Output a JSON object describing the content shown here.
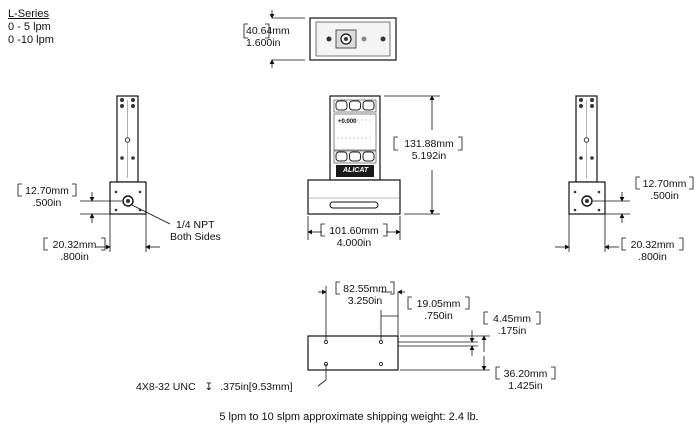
{
  "series": {
    "title": "L-Series",
    "ranges": [
      "0 - 5 lpm",
      "0 -10 lpm"
    ]
  },
  "dimensions": {
    "top_width": {
      "mm": "40.64mm",
      "in": "1.600in"
    },
    "side_left_port_height": {
      "mm": "12.70mm",
      "in": ".500in"
    },
    "side_left_depth": {
      "mm": "20.32mm",
      "in": ".800in"
    },
    "front_height": {
      "mm": "131.88mm",
      "in": "5.192in"
    },
    "front_width": {
      "mm": "101.60mm",
      "in": "4.000in"
    },
    "side_right_port_height": {
      "mm": "12.70mm",
      "in": ".500in"
    },
    "side_right_depth": {
      "mm": "20.32mm",
      "in": ".800in"
    },
    "bottom_hole_span": {
      "mm": "82.55mm",
      "in": "3.250in"
    },
    "bottom_hole_offset": {
      "mm": "19.05mm",
      "in": ".750in"
    },
    "bottom_hole_inset": {
      "mm": "4.45mm",
      "in": ".175in"
    },
    "bottom_depth": {
      "mm": "36.20mm",
      "in": "1.425in"
    }
  },
  "labels": {
    "npt_line1": "1/4 NPT",
    "npt_line2": "Both Sides",
    "mount_thread": "4X8-32 UNC",
    "mount_depth_symbol": "↧",
    "mount_depth": ".375in[9.53mm]",
    "display_value": "+0.000",
    "brand": "ALICAT"
  },
  "footer": "5 lpm to 10 slpm approximate shipping weight: 2.4 lb."
}
